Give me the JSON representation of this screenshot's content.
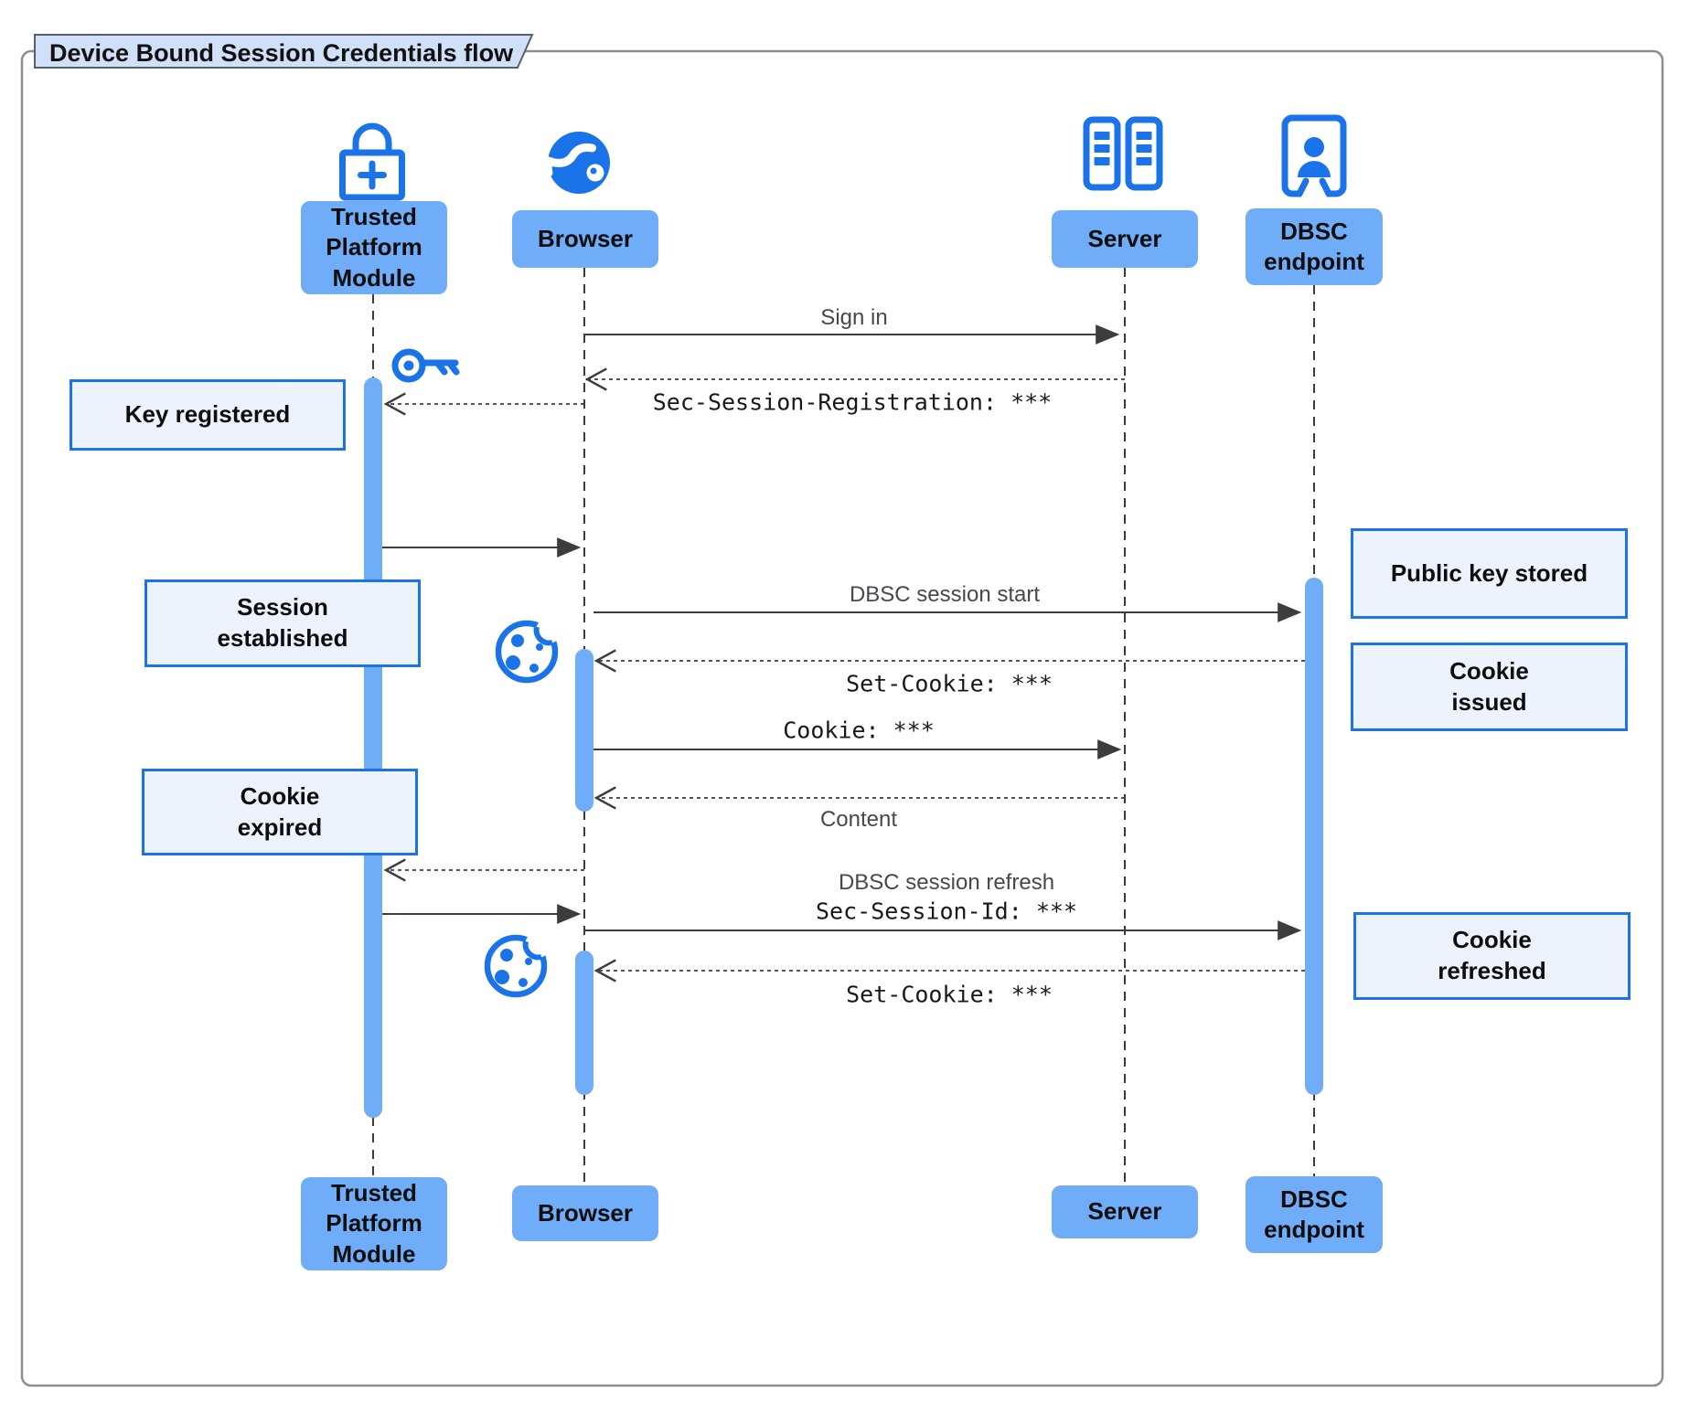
{
  "title": "Device Bound Session Credentials flow",
  "colors": {
    "accent_blue": "#1a73e8",
    "participant_fill": "#6fadf8",
    "note_fill": "#edf3fc",
    "note_border": "#1a73e8",
    "title_fill": "#cfe0f8",
    "line": "#3d3d3d"
  },
  "participants": {
    "tpm": {
      "label": "Trusted\nPlatform\nModule",
      "icon": "lock-plus-icon"
    },
    "browser": {
      "label": "Browser",
      "icon": "globe-icon"
    },
    "server": {
      "label": "Server",
      "icon": "server-rack-icon"
    },
    "dbsc": {
      "label": "DBSC\nendpoint",
      "icon": "door-person-icon"
    }
  },
  "messages": {
    "sign_in": {
      "text": "Sign in",
      "from": "Browser",
      "to": "Server",
      "line": "solid"
    },
    "sec_session_registration": {
      "text": "Sec-Session-Registration: ***",
      "from": "Server",
      "to": "Browser",
      "line": "dashed"
    },
    "dbsc_session_start": {
      "text": "DBSC session start",
      "from": "Browser",
      "to": "DBSC endpoint",
      "line": "solid"
    },
    "set_cookie_1": {
      "text": "Set-Cookie: ***",
      "from": "DBSC endpoint",
      "to": "Browser",
      "line": "dashed"
    },
    "cookie": {
      "text": "Cookie: ***",
      "from": "Browser",
      "to": "Server",
      "line": "solid"
    },
    "content": {
      "text": "Content",
      "from": "Server",
      "to": "Browser",
      "line": "dashed"
    },
    "dbsc_session_refresh": {
      "text": "DBSC session refresh",
      "from": "Browser",
      "to": "DBSC endpoint",
      "line": "solid"
    },
    "sec_session_id": {
      "text": "Sec-Session-Id: ***",
      "from": "Browser",
      "to": "DBSC endpoint",
      "line": "solid"
    },
    "set_cookie_2": {
      "text": "Set-Cookie: ***",
      "from": "DBSC endpoint",
      "to": "Browser",
      "line": "dashed"
    }
  },
  "notes": {
    "key_registered": "Key registered",
    "session_established": "Session\nestablished",
    "public_key_stored": "Public key stored",
    "cookie_issued": "Cookie\nissued",
    "cookie_expired": "Cookie\nexpired",
    "cookie_refreshed": "Cookie\nrefreshed"
  }
}
